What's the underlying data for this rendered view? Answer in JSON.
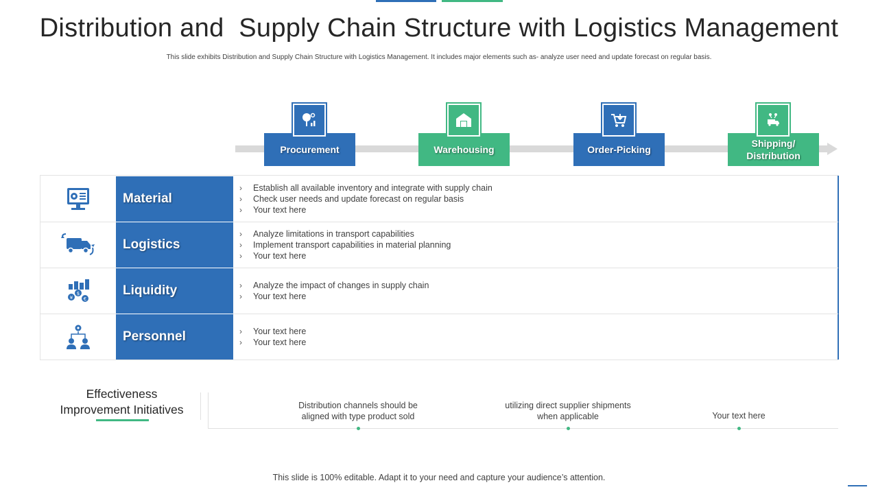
{
  "title": "Distribution and  Supply Chain Structure with Logistics Management",
  "subtitle": "This slide exhibits Distribution and Supply Chain Structure with Logistics Management. It includes major elements such as- analyze user need and update forecast on regular basis.",
  "colors": {
    "blue": "#2f6fb7",
    "green": "#41b883",
    "arrow": "#d9d9d9"
  },
  "process_steps": [
    {
      "label": "Procurement",
      "icon": "procurement-icon",
      "color": "blue"
    },
    {
      "label": "Warehousing",
      "icon": "warehouse-icon",
      "color": "green"
    },
    {
      "label": "Order-Picking",
      "icon": "shopping-cart-icon",
      "color": "blue"
    },
    {
      "label": "Shipping/ Distribution",
      "icon": "delivery-truck-icon",
      "color": "green"
    }
  ],
  "rows": [
    {
      "label": "Material",
      "icon": "monitor-gear-icon",
      "bullets": [
        "Establish all available  inventory   and integrate with supply chain",
        "Check user needs and update forecast on regular basis",
        "Your text here"
      ]
    },
    {
      "label": "Logistics",
      "icon": "truck-cycle-icon",
      "bullets": [
        "Analyze limitations in transport capabilities",
        "Implement transport capabilities in material planning",
        "Your text here"
      ]
    },
    {
      "label": "Liquidity",
      "icon": "currency-chart-icon",
      "bullets": [
        "Analyze the impact of changes in supply chain",
        "Your text here"
      ]
    },
    {
      "label": "Personnel",
      "icon": "team-gear-icon",
      "bullets": [
        "Your text here",
        "Your text here"
      ]
    }
  ],
  "effectiveness": {
    "title_line1": "Effectiveness",
    "title_line2": "Improvement Initiatives",
    "items": [
      {
        "line1": "Distribution channels should be",
        "line2": "aligned with type product sold"
      },
      {
        "line1": "utilizing direct supplier shipments",
        "line2": "when applicable"
      },
      {
        "line1": "Your text here",
        "line2": ""
      }
    ]
  },
  "footer": "This slide is 100% editable. Adapt it to your need and capture your audience’s attention.",
  "chevron": "›"
}
